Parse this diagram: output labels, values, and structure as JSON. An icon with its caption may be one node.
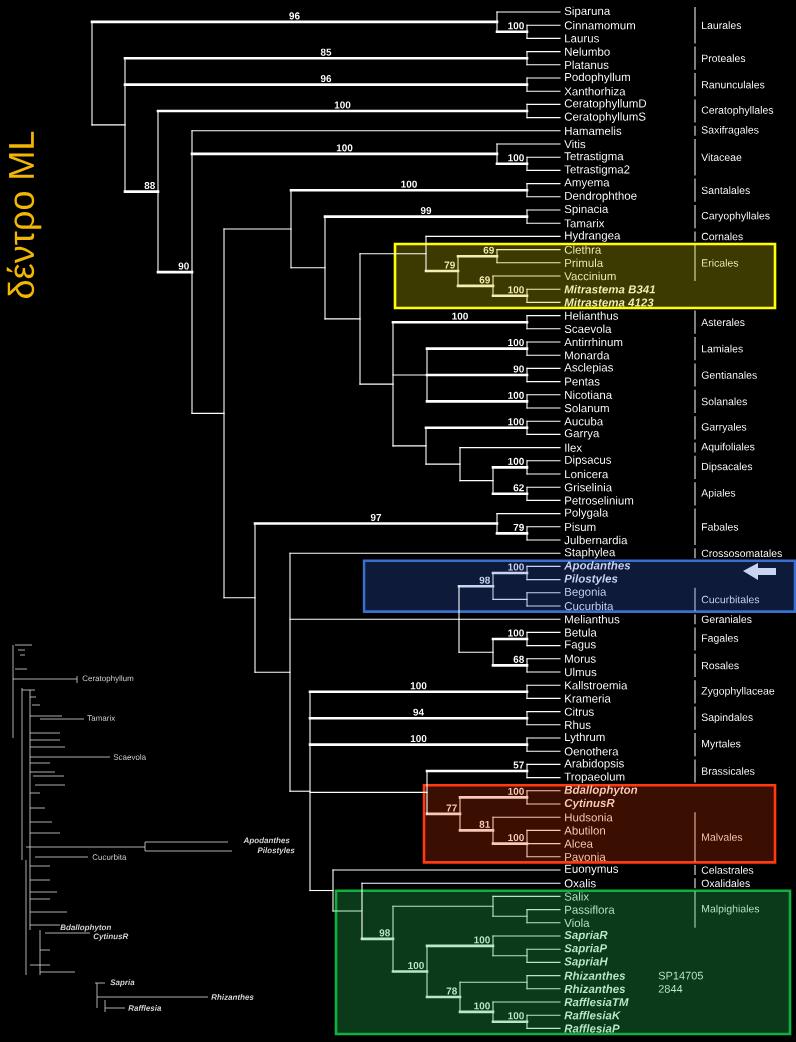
{
  "diagram": {
    "title": "δέντρο ML",
    "labels": [
      "Siparuna",
      "Cinnamomum",
      "Laurus",
      "Nelumbo",
      "Platanus",
      "Podophyllum",
      "Xanthorhiza",
      "CeratophyllumD",
      "CeratophyllumS",
      "Hamamelis",
      "Vitis",
      "Tetrastigma",
      "Tetrastigma2",
      "Amyema",
      "Dendrophthoe",
      "Spinacia",
      "Tamarix",
      "Hydrangea",
      "Clethra",
      "Primula",
      "Vaccinium",
      "Mitrastema B341",
      "Mitrastema 4123",
      "Helianthus",
      "Scaevola",
      "Antirrhinum",
      "Monarda",
      "Asclepias",
      "Pentas",
      "Nicotiana",
      "Solanum",
      "Aucuba",
      "Garrya",
      "Ilex",
      "Dipsacus",
      "Lonicera",
      "Griselinia",
      "Petroselinium",
      "Polygala",
      "Pisum",
      "Julbernardia",
      "Staphylea",
      "Apodanthes",
      "Pilostyles",
      "Begonia",
      "Cucurbita",
      "Melianthus",
      "Betula",
      "Fagus",
      "Morus",
      "Ulmus",
      "Kallstroemia",
      "Krameria",
      "Citrus",
      "Rhus",
      "Lythrum",
      "Oenothera",
      "Arabidopsis",
      "Tropaeolum",
      "Bdallophyton",
      "CytinusR",
      "Hudsonia",
      "Abutilon",
      "Alcea",
      "Pavonia",
      "Euonymus",
      "Oxalis",
      "Salix",
      "Passiflora",
      "Viola",
      "SapriaR",
      "SapriaP",
      "SapriaH",
      "Rhizanthes",
      "Rhizanthes",
      "RafflesiaTM",
      "RafflesiaK",
      "RafflesiaP",
      "SP14705",
      "2844",
      "Laurales",
      "Proteales",
      "Ranunculales",
      "Ceratophyllales",
      "Saxifragales",
      "Vitaceae",
      "Santalales",
      "Caryophyllales",
      "Cornales",
      "Ericales",
      "Asterales",
      "Lamiales",
      "Gentianales",
      "Solanales",
      "Garryales",
      "Aquifoliales",
      "Dipsacales",
      "Apiales",
      "Fabales",
      "Crossosomatales",
      "Cucurbitales",
      "Geraniales",
      "Fagales",
      "Rosales",
      "Zygophyllaceae",
      "Sapindales",
      "Myrtales",
      "Brassicales",
      "Malvales",
      "Celastrales",
      "Oxalidales",
      "Malpighiales",
      "96",
      "100",
      "85",
      "96",
      "100",
      "100",
      "100",
      "88",
      "100",
      "99",
      "90",
      "69",
      "79",
      "69",
      "100",
      "100",
      "100",
      "90",
      "100",
      "100",
      "100",
      "62",
      "97",
      "79",
      "100",
      "98",
      "100",
      "68",
      "100",
      "94",
      "100",
      "57",
      "100",
      "77",
      "81",
      "100",
      "98",
      "100",
      "100",
      "78",
      "100",
      "100",
      "Ceratophyllum",
      "Tamarix",
      "Scaevola",
      "Apodanthes",
      "Pilostyles",
      "Cucurbita",
      "Bdallophyton",
      "CytinusR",
      "Sapria",
      "Rhizanthes",
      "Rafflesia"
    ]
  }
}
